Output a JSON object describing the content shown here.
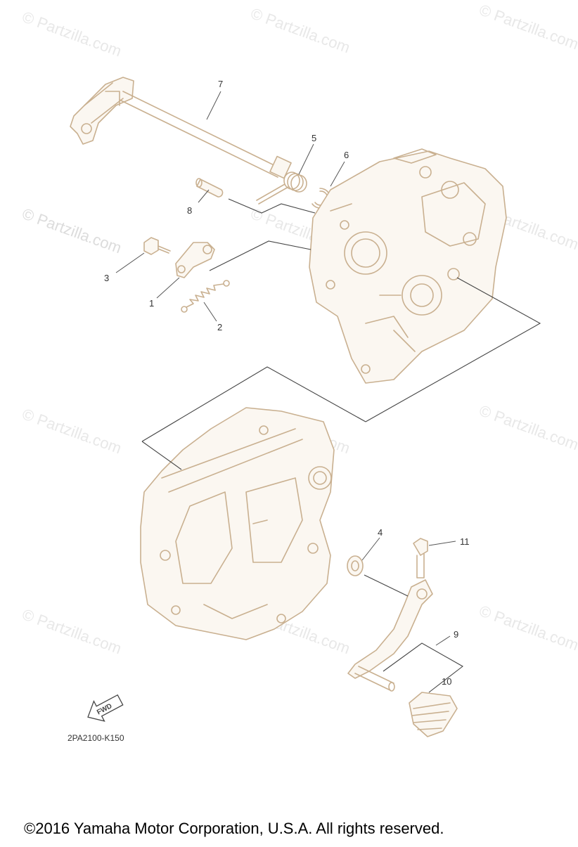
{
  "diagram": {
    "code": "2PA2100-K150",
    "fwd_label": "FWD",
    "copyright": "©2016  Yamaha Motor Corporation, U.S.A. All rights reserved.",
    "watermark_logo": "© Partzilla.com",
    "callouts": {
      "c1": "1",
      "c2": "2",
      "c3": "3",
      "c4": "4",
      "c5": "5",
      "c6": "6",
      "c7": "7",
      "c8": "8",
      "c9": "9",
      "c10": "10",
      "c11": "11"
    }
  }
}
